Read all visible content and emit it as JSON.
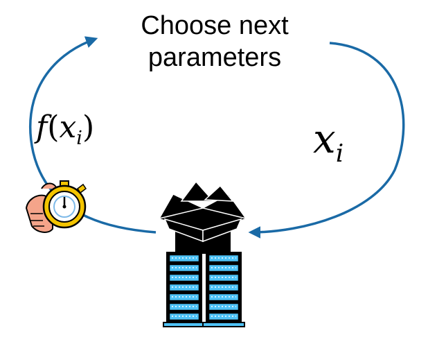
{
  "diagram": {
    "step": {
      "line1": "Choose next",
      "line2": "parameters"
    },
    "output_label": {
      "func": "f",
      "open": "(",
      "var": "x",
      "sub": "i",
      "close": ")"
    },
    "input_label": {
      "var": "x",
      "sub": "i"
    },
    "icons": {
      "timer": "stopwatch-icon",
      "model": "open-box-icon",
      "compute": "server-rack-icon"
    },
    "colors": {
      "loop_arrow": "#1a6aa6",
      "text": "#000000",
      "server_accent": "#4fc3f7",
      "stopwatch_case": "#f4c400",
      "hand": "#f4a48a"
    }
  }
}
